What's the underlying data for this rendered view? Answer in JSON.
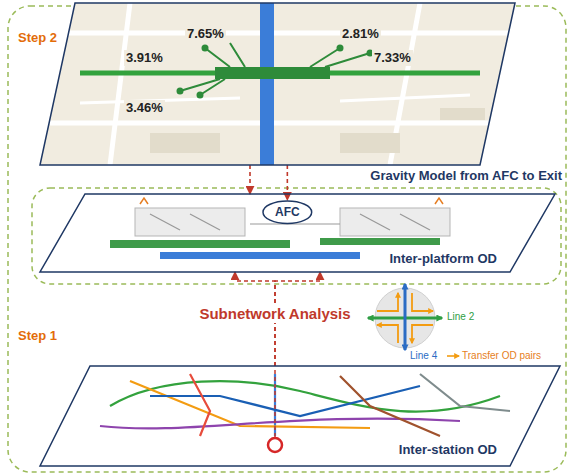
{
  "diagram": {
    "nodes": [
      {
        "text": [
          "Gravity Model from AFC to Exit"
        ]
      },
      {
        "text": [
          "Inter-platform OD"
        ]
      },
      {
        "text": [
          "AFC"
        ],
        "in": 1
      },
      {
        "text": [
          "Inter-station OD"
        ]
      }
    ],
    "edges": [
      {
        "from": 0,
        "to": 1,
        "arrow": "to"
      },
      {
        "from": 0,
        "to": 2,
        "arrow": "to"
      },
      {
        "from": 3,
        "to": 1,
        "arrow": "to",
        "label": "Subnetwork Analysis"
      },
      {
        "from": 3,
        "to": 1,
        "arrow": "to"
      }
    ],
    "labels": [
      "Step 2",
      "7.65%",
      "2.81%",
      "3.91%",
      "7.33%",
      "3.46%",
      "Step 1",
      "Line 2",
      "Line 4",
      "Transfer OD pairs"
    ]
  }
}
